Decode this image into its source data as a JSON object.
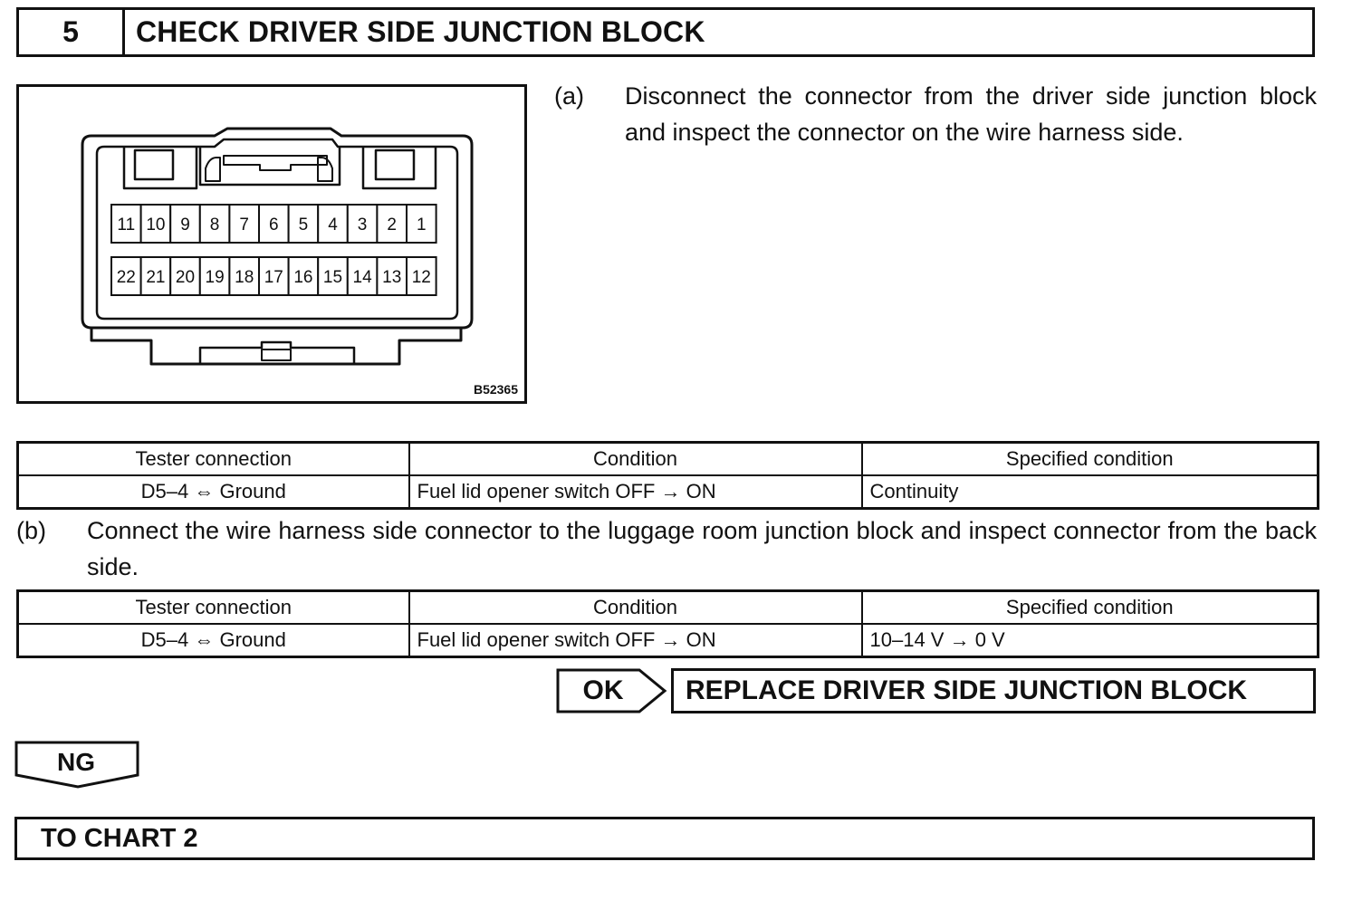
{
  "step": {
    "number": "5",
    "title": "CHECK DRIVER SIDE JUNCTION BLOCK"
  },
  "figure": {
    "code": "B52365",
    "pins_top": [
      "11",
      "10",
      "9",
      "8",
      "7",
      "6",
      "5",
      "4",
      "3",
      "2",
      "1"
    ],
    "pins_bottom": [
      "22",
      "21",
      "20",
      "19",
      "18",
      "17",
      "16",
      "15",
      "14",
      "13",
      "12"
    ]
  },
  "instruction_a": {
    "label": "(a)",
    "text": "Disconnect the connector from the driver side junction block and inspect the connector on the wire harness side."
  },
  "table_a": {
    "headers": [
      "Tester connection",
      "Condition",
      "Specified condition"
    ],
    "rows": [
      [
        "D5–4 ⇔ Ground",
        "Fuel lid opener switch OFF → ON",
        "Continuity"
      ]
    ]
  },
  "instruction_b": {
    "label": "(b)",
    "text": "Connect the wire harness side connector to the luggage room junction block and inspect connector from the back side."
  },
  "table_b": {
    "headers": [
      "Tester connection",
      "Condition",
      "Specified condition"
    ],
    "rows": [
      [
        "D5–4 ⇔ Ground",
        "Fuel lid opener switch OFF → ON",
        "10–14 V → 0 V"
      ]
    ]
  },
  "ok": {
    "label": "OK",
    "result": "REPLACE DRIVER SIDE JUNCTION BLOCK"
  },
  "ng": {
    "label": "NG"
  },
  "next": {
    "label": "TO CHART 2"
  }
}
